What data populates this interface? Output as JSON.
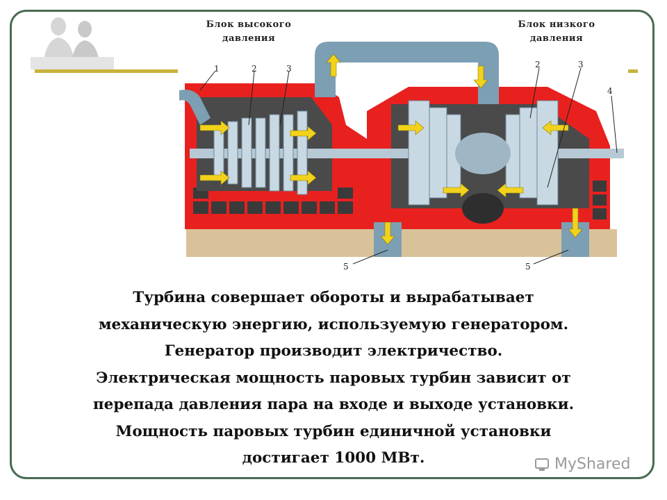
{
  "labels": {
    "high_pressure_line1": "Блок высокого",
    "high_pressure_line2": "давления",
    "low_pressure_line1": "Блок низкого",
    "low_pressure_line2": "давления"
  },
  "callouts": [
    "1",
    "2",
    "3",
    "2",
    "3",
    "4",
    "5",
    "5"
  ],
  "caption_lines": [
    "Турбина совершает обороты и вырабатывает",
    "механическую энергию, используемую генератором.",
    "Генератор производит электричество.",
    "Электрическая мощность паровых турбин зависит от",
    "перепада давления пара на входе и выходе установки.",
    "Мощность паровых турбин единичной установки",
    "достигает 1000 МВт."
  ],
  "watermark": "MyShared",
  "colors": {
    "frame": "#4a6b52",
    "accent_line": "#c7b33a",
    "casing_red": "#e8211f",
    "foundation": "#d9c29a",
    "steam_pipe": "#7d9fb3",
    "arrow": "#f2d21b"
  }
}
